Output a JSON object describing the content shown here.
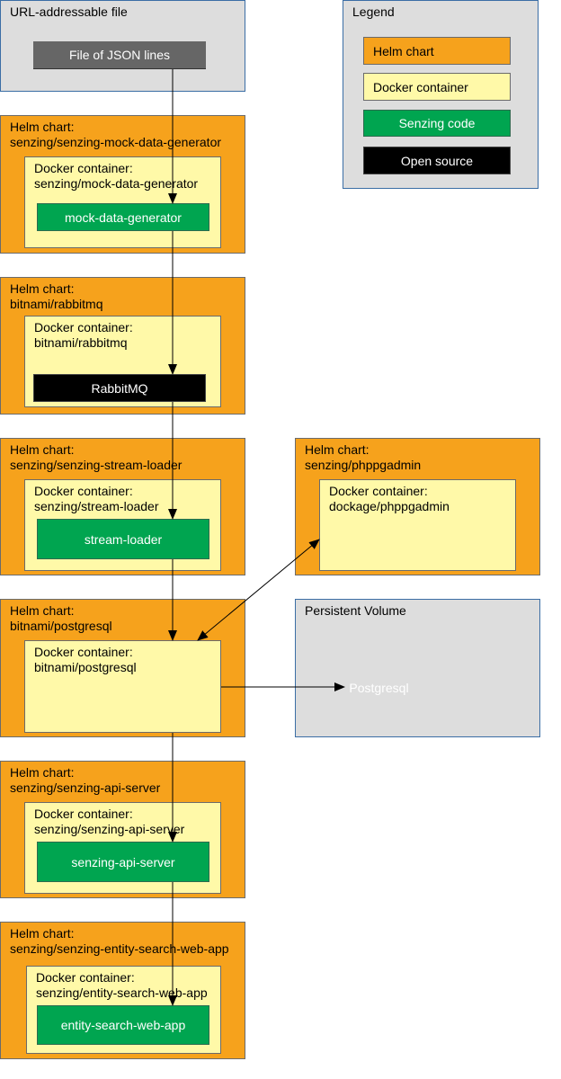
{
  "legend": {
    "title": "Legend",
    "items": [
      {
        "label": "Helm chart",
        "color": "#f6a21c"
      },
      {
        "label": "Docker container",
        "color": "#fff9a8"
      },
      {
        "label": "Senzing code",
        "color": "#00a550"
      },
      {
        "label": "Open source",
        "color": "#000000"
      }
    ]
  },
  "url_file": {
    "title": "URL-addressable file",
    "file_label": "File of JSON lines"
  },
  "mock": {
    "helm": "Helm chart:\nsenzing/senzing-mock-data-generator",
    "docker": "Docker container:\nsenzing/mock-data-generator",
    "app": "mock-data-generator"
  },
  "rabbit": {
    "helm": "Helm chart:\nbitnami/rabbitmq",
    "docker": "Docker container:\nbitnami/rabbitmq",
    "app": "RabbitMQ"
  },
  "stream": {
    "helm": "Helm chart:\nsenzing/senzing-stream-loader",
    "docker": "Docker container:\nsenzing/stream-loader",
    "app": "stream-loader"
  },
  "phppgadmin": {
    "helm": "Helm chart:\nsenzing/phppgadmin",
    "docker": "Docker container:\ndockage/phppgadmin"
  },
  "postgres": {
    "helm": "Helm chart:\nbitnami/postgresql",
    "docker": "Docker container:\nbitnami/postgresql"
  },
  "volume": {
    "title": "Persistent Volume",
    "db_label": "Postgresql"
  },
  "api": {
    "helm": "Helm chart:\nsenzing/senzing-api-server",
    "docker": "Docker container:\nsenzing/senzing-api-server",
    "app": "senzing-api-server"
  },
  "webapp": {
    "helm": "Helm chart:\nsenzing/senzing-entity-search-web-app",
    "docker": "Docker container:\nsenzing/entity-search-web-app",
    "app": "entity-search-web-app"
  }
}
